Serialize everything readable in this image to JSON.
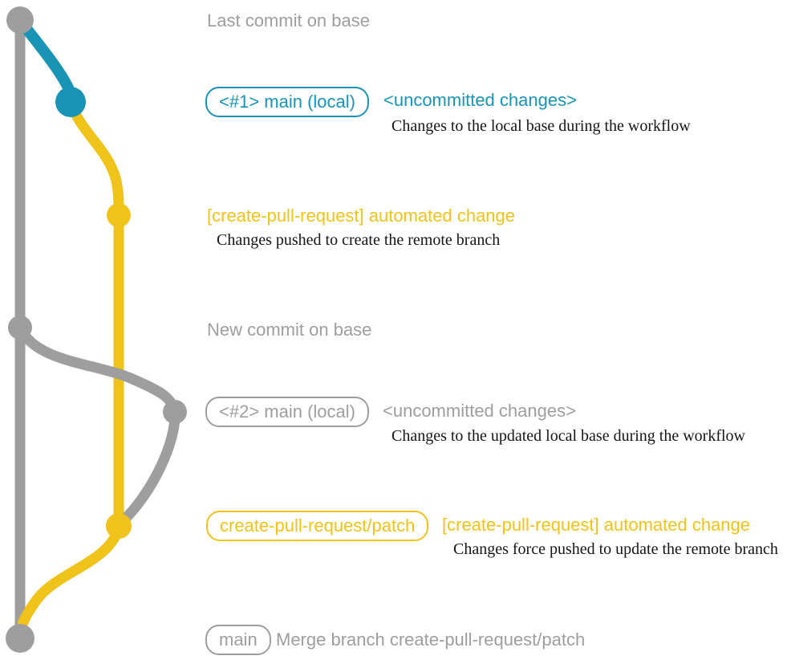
{
  "colors": {
    "gray": "#9e9e9e",
    "teal": "#1994b5",
    "yellow": "#efc319",
    "text_dark": "#151515"
  },
  "graph": {
    "branches": [
      "base",
      "main (local)",
      "create-pull-request/patch"
    ],
    "commit_count": 7
  },
  "annotations": {
    "last_commit_label": "Last commit on base",
    "new_commit_label": "New commit on base",
    "row1": {
      "badge": "<#1> main (local)",
      "heading": "<uncommitted changes>",
      "description": "Changes to the local base during the workflow"
    },
    "row2": {
      "heading": "[create-pull-request] automated change",
      "description": "Changes pushed to create the remote branch"
    },
    "row3": {
      "badge": "<#2> main (local)",
      "heading": "<uncommitted changes>",
      "description": "Changes to the updated local base during the workflow"
    },
    "row4": {
      "badge": "create-pull-request/patch",
      "heading": "[create-pull-request] automated change",
      "description": "Changes force pushed to update the remote branch"
    },
    "row5": {
      "badge": "main",
      "message": "Merge branch create-pull-request/patch"
    }
  }
}
